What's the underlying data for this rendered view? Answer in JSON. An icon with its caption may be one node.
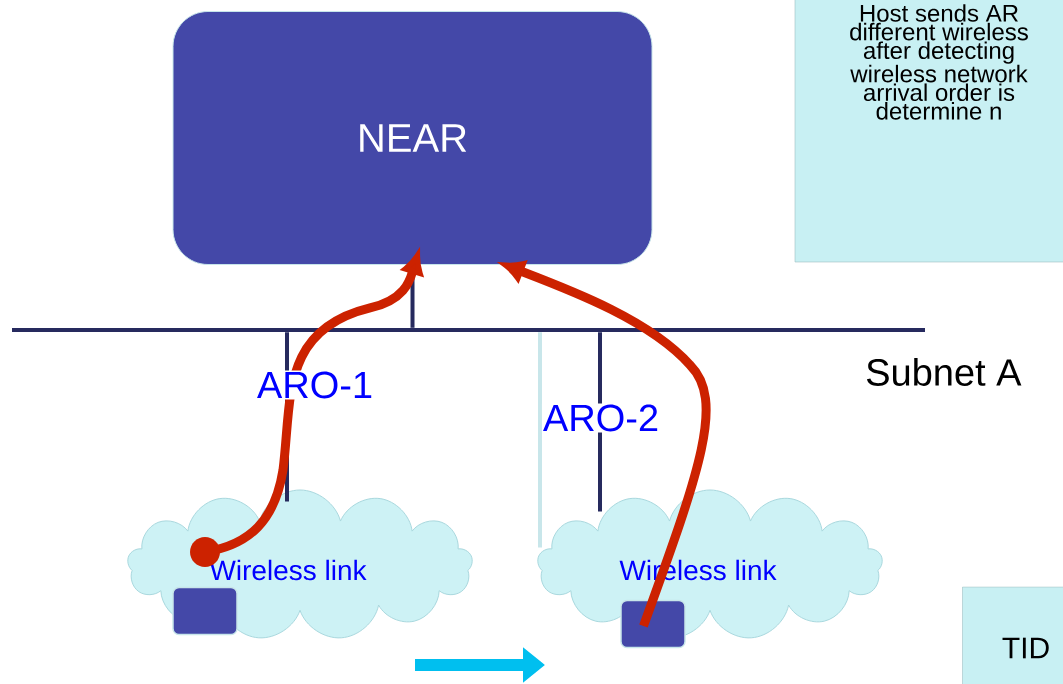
{
  "diagram": {
    "nodes": [
      {
        "text": [
          "NEAR"
        ]
      },
      {
        "text": [
          "Wireless link"
        ]
      },
      {
        "text": [
          "Wireless link"
        ]
      },
      {
        "text": [],
        "shape": "box",
        "in": 1
      },
      {
        "text": [],
        "shape": "box",
        "in": 2
      },
      {
        "text": [],
        "shape": "bar",
        "beside": [
          "Subnet A"
        ]
      },
      {
        "text": [
          "Host sends AR different wireless after detecting wireless network arrival order is determine n"
        ]
      },
      {
        "text": [
          "TID"
        ]
      }
    ],
    "edges": [
      {
        "from": 5,
        "to": 0,
        "arrow": "none"
      },
      {
        "from": 5,
        "to": 1,
        "arrow": "none"
      },
      {
        "from": 5,
        "to": 2,
        "arrow": "none"
      },
      {
        "from": 5,
        "to": 2,
        "arrow": "none",
        "color": "#c8e6ea"
      },
      {
        "from": 1,
        "to": 0,
        "arrow": "to",
        "style": "thick",
        "color": "#cc2200",
        "label": "ARO-1"
      },
      {
        "from": 4,
        "to": 0,
        "arrow": "to",
        "style": "thick",
        "color": "#cc2200",
        "label": "ARO-2"
      }
    ]
  }
}
